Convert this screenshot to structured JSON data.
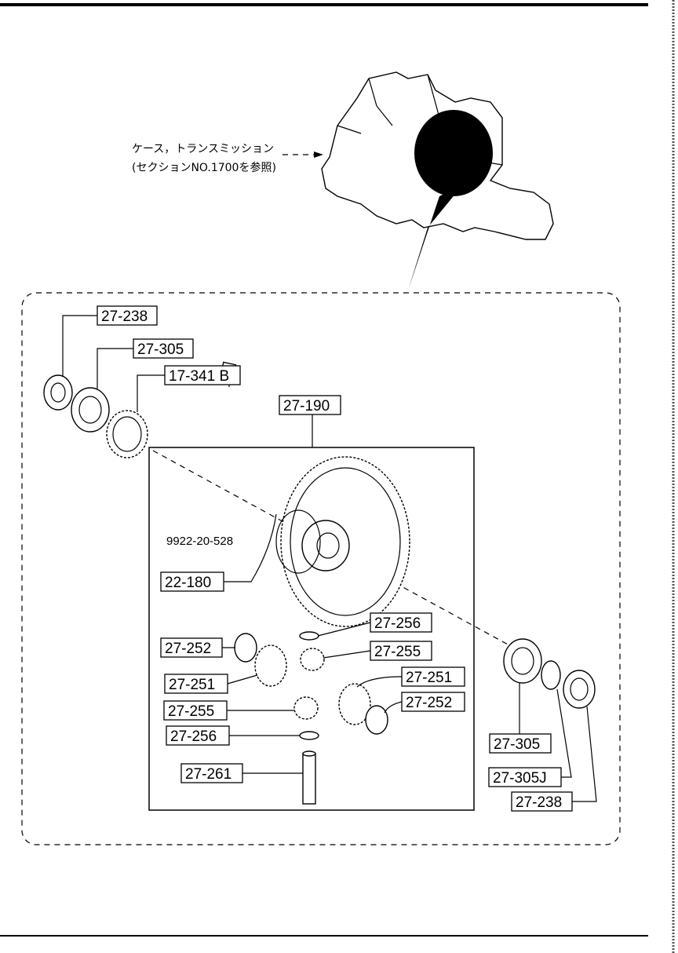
{
  "caption": {
    "line1": "ケース，トランスミッション",
    "line2": "(セクションNO.1700を参照)"
  },
  "assembly_code": "27-190",
  "key_code": "9922-20-528",
  "callouts": {
    "bearing_cup_left": "27-238",
    "bearing_left": "27-305",
    "speedo_gear": "17-341 B",
    "ring_gear": "22-180",
    "washer_side_top": "27-256",
    "pinion_top": "27-255",
    "side_gear_right": "27-251",
    "thrust_washer_right": "27-252",
    "thrust_washer_left": "27-252",
    "side_gear_left": "27-251",
    "pinion_bottom": "27-255",
    "washer_bottom": "27-256",
    "pinion_shaft": "27-261",
    "bearing_right": "27-305",
    "shim_right": "27-305J",
    "bearing_cup_right": "27-238"
  }
}
